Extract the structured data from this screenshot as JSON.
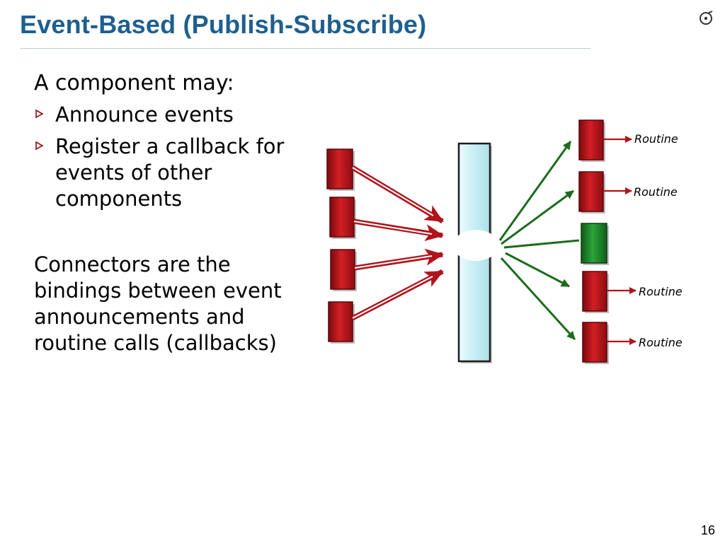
{
  "slide": {
    "title": "Event-Based (Publish-Subscribe)",
    "intro": "A component may:",
    "bullets": [
      "Announce events",
      "Register a callback for events of other components"
    ],
    "paragraph": "Connectors are the bindings between event announcements and routine calls (callbacks)",
    "page_number": "16"
  },
  "diagram": {
    "routine_labels": [
      "Routine",
      "Routine",
      "Routine",
      "Routine"
    ],
    "colors": {
      "component": "#c0161b",
      "subscriber_active": "#1f8a2a",
      "bus": "#cdeff4",
      "announce_arrow": "#b0141b",
      "notify_arrow": "#1c6b1c",
      "routine_arrow": "#b0141b"
    }
  },
  "icons": [
    "chevron-bullet-icon",
    "logo-icon"
  ]
}
